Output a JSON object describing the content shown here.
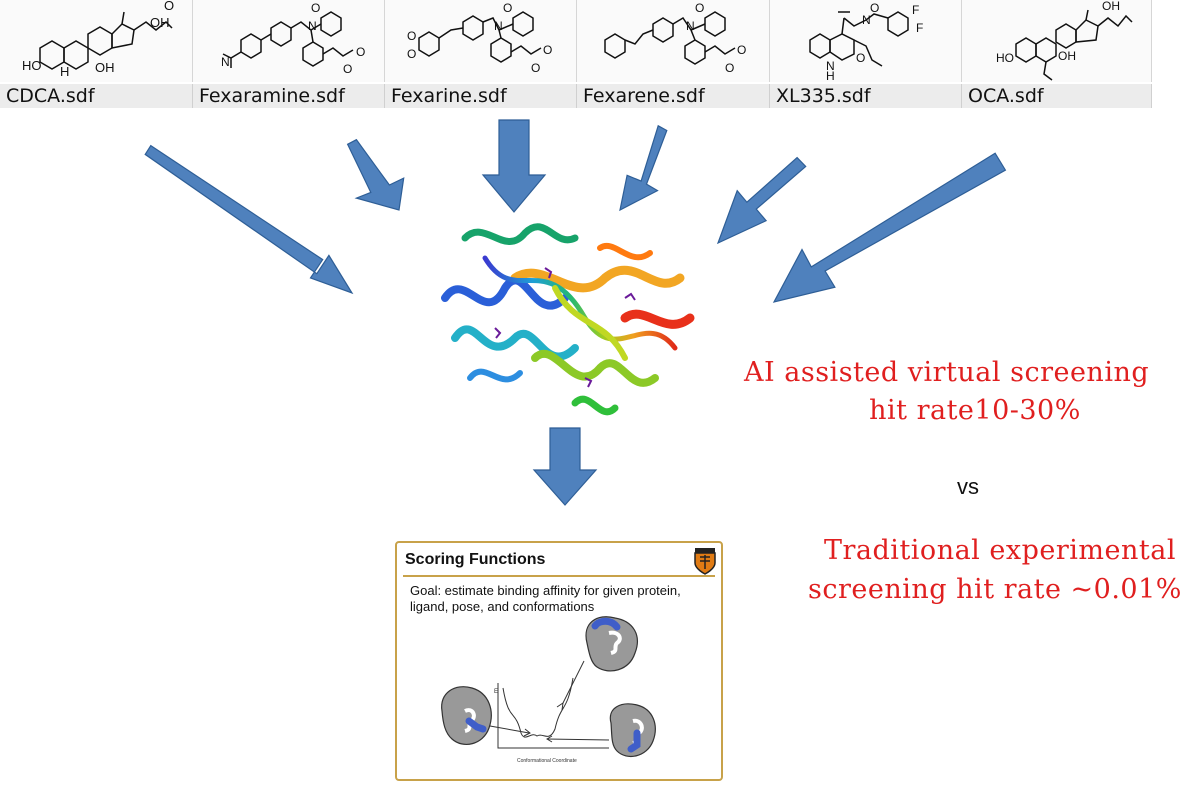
{
  "files": [
    {
      "name": "CDCA.sdf",
      "icon": "cdca-structure-icon"
    },
    {
      "name": "Fexaramine.sdf",
      "icon": "fexaramine-structure-icon"
    },
    {
      "name": "Fexarine.sdf",
      "icon": "fexarine-structure-icon"
    },
    {
      "name": "Fexarene.sdf",
      "icon": "fexarene-structure-icon"
    },
    {
      "name": "XL335.sdf",
      "icon": "xl335-structure-icon"
    },
    {
      "name": "OCA.sdf",
      "icon": "oca-structure-icon"
    }
  ],
  "note_ai": {
    "line1": "AI assisted virtual screening",
    "line2": "hit rate10-30%"
  },
  "vs_label": "vs",
  "note_traditional": {
    "line1": "Traditional experimental",
    "line2": "screening hit rate ~0.01%"
  },
  "slide": {
    "title": "Scoring Functions",
    "goal": "Goal: estimate binding affinity for given protein, ligand, pose, and conformations",
    "axis_y": "E",
    "axis_x": "Conformational Coordinate"
  },
  "colors": {
    "arrow": "#4f81bd",
    "arrow_border": "#2e5e96",
    "note_red": "#e01f1f",
    "slide_border": "#c8a24a"
  }
}
